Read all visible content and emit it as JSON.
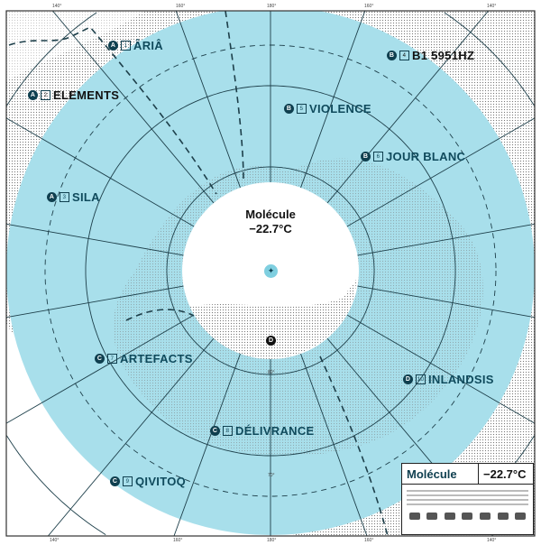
{
  "center": {
    "name": "Molécule",
    "temperature": "−22.7°C",
    "marker": "D"
  },
  "labels": [
    {
      "group": "A",
      "num": "1",
      "text": "ÂRIÂ"
    },
    {
      "group": "A",
      "num": "2",
      "text": "ELEMENTS"
    },
    {
      "group": "A",
      "num": "3",
      "text": "SILA"
    },
    {
      "group": "B",
      "num": "4",
      "text": "B1 5951HZ"
    },
    {
      "group": "B",
      "num": "5",
      "text": "VIOLENCE"
    },
    {
      "group": "B",
      "num": "6",
      "text": "JOUR BLANC"
    },
    {
      "group": "C",
      "num": "7",
      "text": "ARTEFACTS"
    },
    {
      "group": "C",
      "num": "8",
      "text": "DÉLIVRANCE"
    },
    {
      "group": "C",
      "num": "9",
      "text": "QIVITOQ"
    },
    {
      "group": "D",
      "num": "10",
      "text": "INLANDSIS"
    }
  ],
  "ticks": {
    "top": [
      "140°",
      "160°",
      "180°",
      "160°",
      "140°"
    ],
    "bottom": [
      "140°",
      "160°",
      "180°",
      "160°",
      "140°"
    ],
    "rings": [
      "80°",
      "70°"
    ]
  },
  "legend": {
    "name": "Molécule",
    "temperature": "−22.7°C"
  },
  "colors": {
    "ice": "#a8dfeb",
    "ink": "#0f3f4f"
  }
}
